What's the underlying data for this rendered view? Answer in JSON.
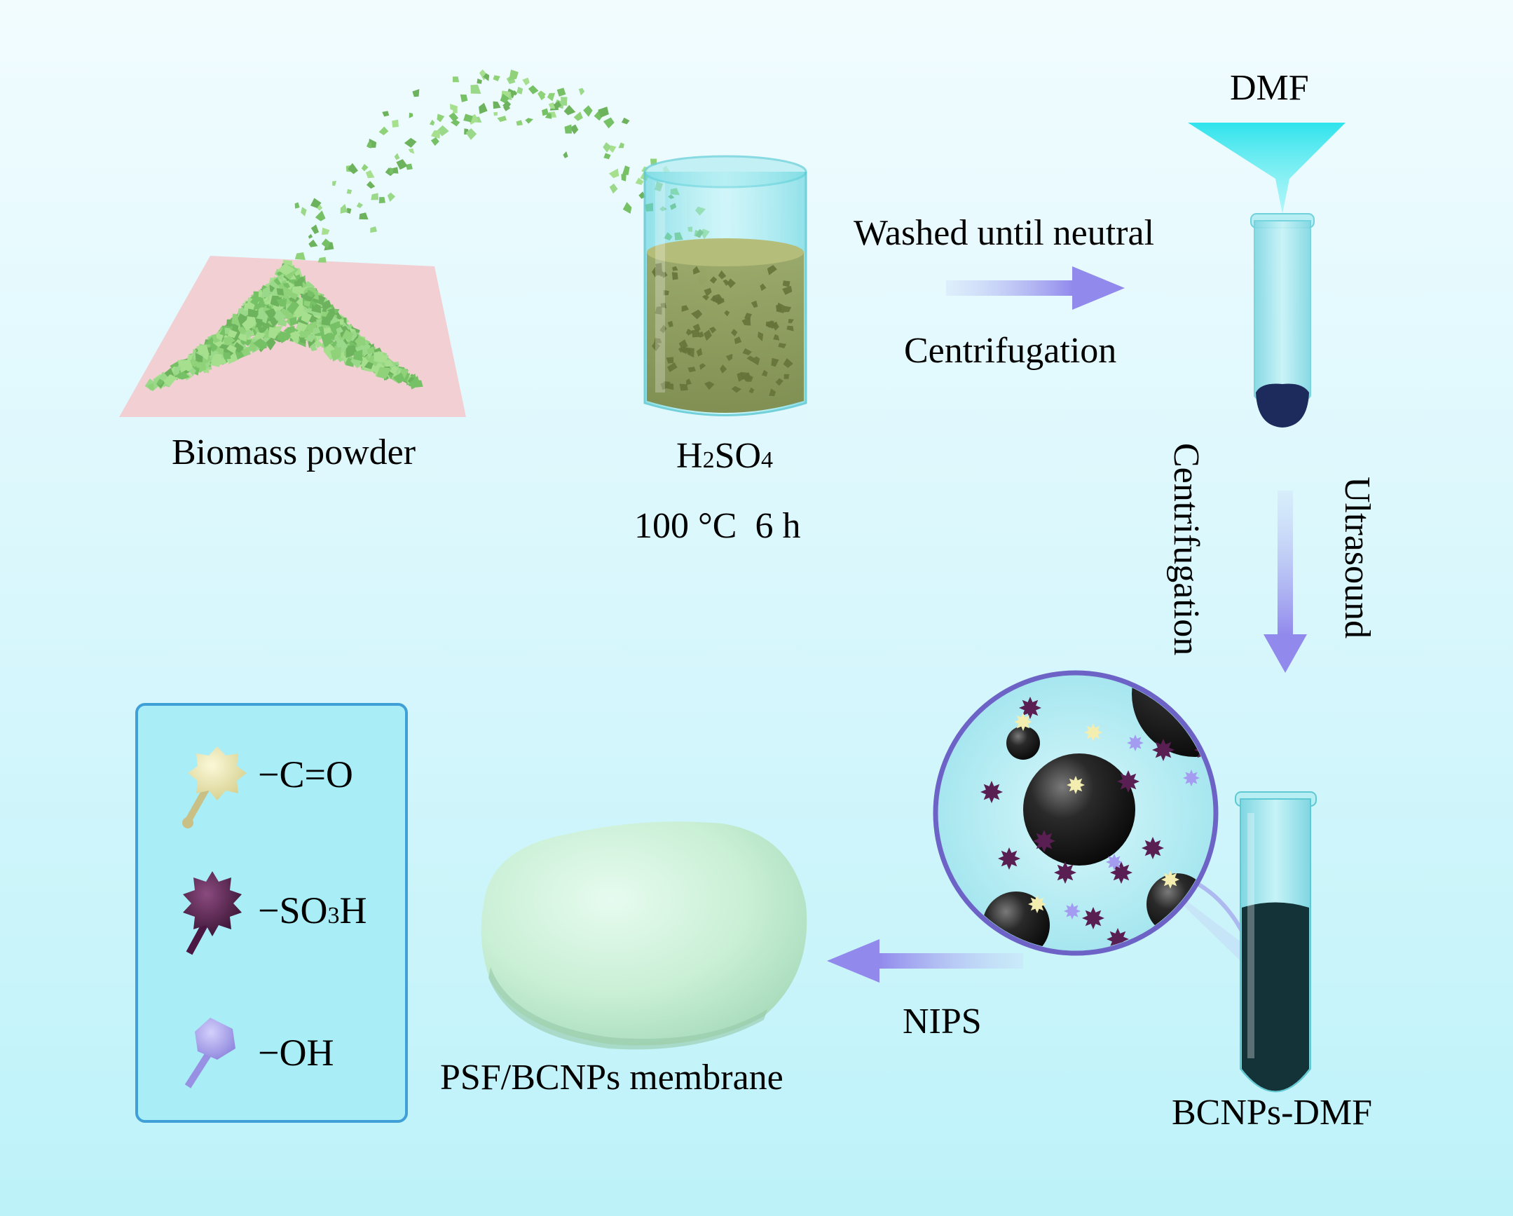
{
  "labels": {
    "biomass": "Biomass powder",
    "acid_formula": [
      "H",
      "2",
      "SO",
      "4"
    ],
    "conditions": "100 °C  6 h",
    "washed": "Washed until neutral",
    "centrifugation1": "Centrifugation",
    "dmf": "DMF",
    "centrifugation2": "Centrifugation",
    "ultrasound": "Ultrasound",
    "bcnps_dmf": "BCNPs-DMF",
    "nips": "NIPS",
    "membrane": "PSF/BCNPs membrane"
  },
  "legend": {
    "items": [
      {
        "text": "−C=O",
        "icon": "co-group-icon"
      },
      {
        "text_parts": [
          "−SO",
          "3",
          "H"
        ],
        "icon": "so3h-group-icon"
      },
      {
        "text": "−OH",
        "icon": "oh-group-icon"
      }
    ]
  },
  "colors": {
    "background_top": "#f0fcff",
    "background_bottom": "#bff3fa",
    "arrow": "#9b93ee",
    "powder": "#8ed07a",
    "acid_liquid": "#8f9c5a",
    "beaker_glass": "#79dfe6",
    "test_tube": "#9ee6ee",
    "dark_solution": "#143338",
    "particle": "#1c1c1c",
    "membrane": "#ccf0d8",
    "legend_bg": "#a9eef7",
    "legend_border": "#3a9ed6"
  }
}
